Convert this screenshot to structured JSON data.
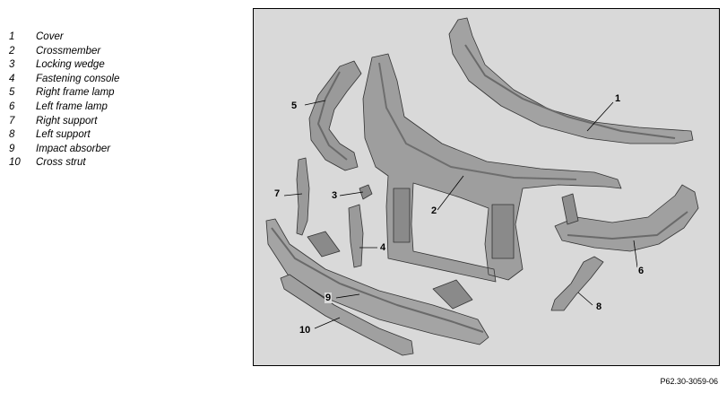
{
  "legend": [
    {
      "num": "1",
      "label": "Cover"
    },
    {
      "num": "2",
      "label": "Crossmember"
    },
    {
      "num": "3",
      "label": "Locking wedge"
    },
    {
      "num": "4",
      "label": "Fastening console"
    },
    {
      "num": "5",
      "label": "Right frame lamp"
    },
    {
      "num": "6",
      "label": "Left frame lamp"
    },
    {
      "num": "7",
      "label": "Right support"
    },
    {
      "num": "8",
      "label": "Left support"
    },
    {
      "num": "9",
      "label": "Impact absorber"
    },
    {
      "num": "10",
      "label": "Cross strut"
    }
  ],
  "callouts": [
    "1",
    "2",
    "3",
    "4",
    "5",
    "6",
    "7",
    "8",
    "9",
    "10"
  ],
  "figure_code": "P62.30-3059-06",
  "colors": {
    "figure_bg": "#d9d9d9",
    "part_fill": "#9a9a9a",
    "part_dark": "#6e6e6e",
    "part_light": "#c4c4c4",
    "outline": "#333333"
  }
}
